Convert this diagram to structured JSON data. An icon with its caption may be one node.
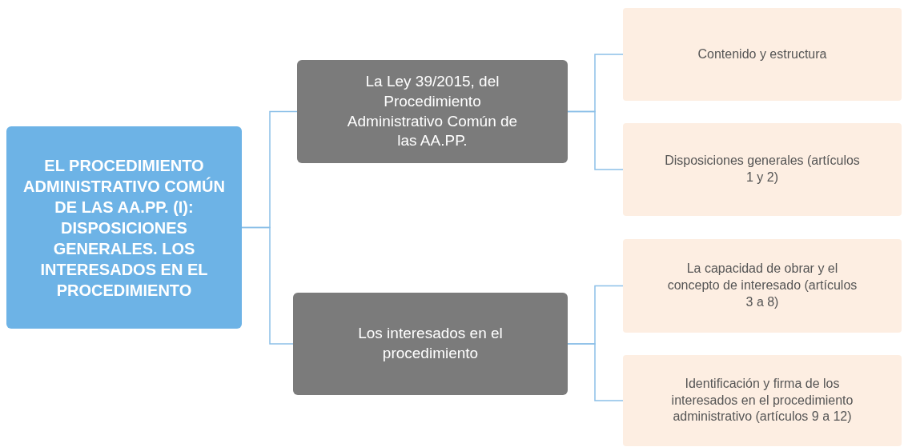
{
  "diagram": {
    "nodes": [
      {
        "text": [
          "EL PROCEDIMIENTO ADMINISTRATIVO COMÚN DE LAS AA.PP. (I): DISPOSICIONES GENERALES. LOS INTERESADOS EN EL PROCEDIMIENTO"
        ]
      },
      {
        "text": [
          "La Ley 39/2015, del Procedimiento Administrativo Común de las AA.PP."
        ]
      },
      {
        "text": [
          "Contenido y estructura"
        ]
      },
      {
        "text": [
          "Disposiciones generales (artículos 1 y 2)"
        ]
      },
      {
        "text": [
          "Los interesados en el procedimiento"
        ]
      },
      {
        "text": [
          "La capacidad de obrar y el concepto de interesado (artículos 3 a 8)"
        ]
      },
      {
        "text": [
          "Identificación y firma de los interesados en el procedimiento administrativo (artículos 9 a 12)"
        ]
      }
    ],
    "edges": [
      {
        "from": 0,
        "to": 1,
        "arrow": "none"
      },
      {
        "from": 0,
        "to": 4,
        "arrow": "none"
      },
      {
        "from": 1,
        "to": 2,
        "arrow": "none"
      },
      {
        "from": 1,
        "to": 3,
        "arrow": "none"
      },
      {
        "from": 4,
        "to": 5,
        "arrow": "none"
      },
      {
        "from": 4,
        "to": 6,
        "arrow": "none"
      }
    ]
  }
}
